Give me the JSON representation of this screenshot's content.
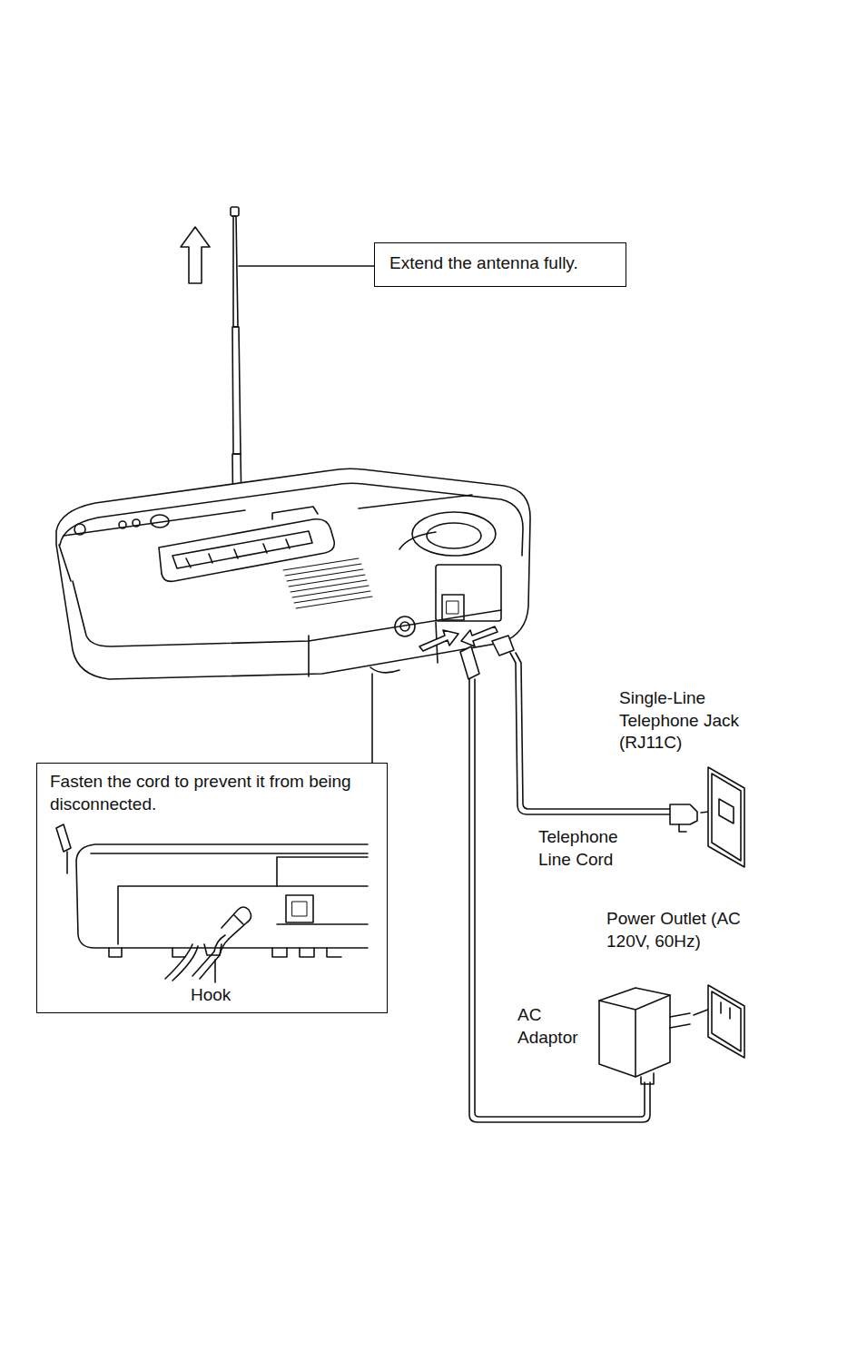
{
  "diagram": {
    "nodes": [
      {
        "text": [
          "Extend the antenna fully."
        ]
      },
      {
        "text": [
          "Fasten the cord to prevent it from being disconnected."
        ]
      }
    ],
    "labels": [
      "Single-Line Telephone Jack (RJ11C)",
      "Telephone Line Cord",
      "Power Outlet (AC 120V, 60Hz)",
      "AC Adaptor",
      "Hook"
    ]
  }
}
